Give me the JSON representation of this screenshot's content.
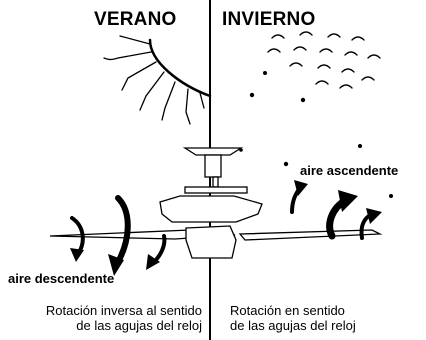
{
  "headings": {
    "left": "VERANO",
    "right": "INVIERNO"
  },
  "airflow": {
    "left_label": "aire descendente",
    "right_label": "aire ascendente"
  },
  "captions": {
    "left": "Rotación inversa al sentido\nde las agujas del reloj",
    "right": "Rotación en sentido\nde las agujas del reloj"
  },
  "icons": {
    "left_scene": "sun-icon",
    "right_scene": "cloud-icon",
    "center": "ceiling-fan-icon"
  }
}
